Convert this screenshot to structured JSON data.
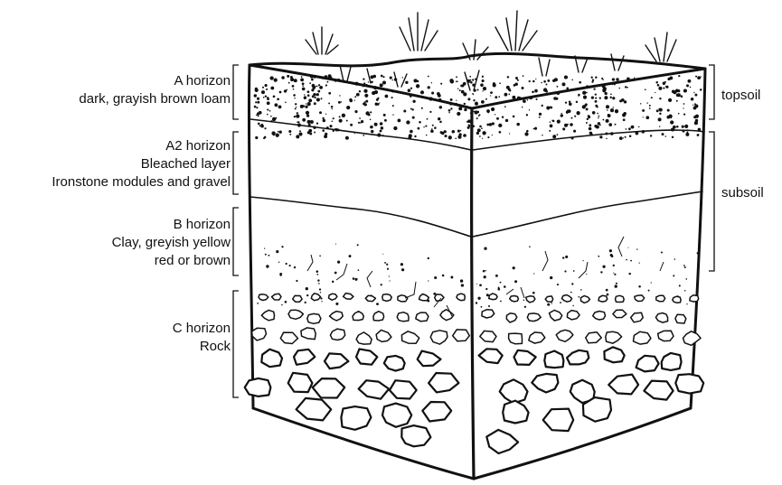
{
  "left_labels": [
    {
      "lines": [
        "A horizon",
        "dark, grayish brown loam"
      ]
    },
    {
      "lines": [
        "A2 horizon",
        "Bleached layer",
        "Ironstone modules and gravel"
      ]
    },
    {
      "lines": [
        "B horizon",
        "Clay, greyish yellow",
        "red or brown"
      ]
    },
    {
      "lines": [
        "C horizon",
        "Rock"
      ]
    }
  ],
  "right_labels": [
    {
      "text": "topsoil"
    },
    {
      "text": "subsoil"
    }
  ],
  "colors": {
    "ink": "#111111",
    "background": "#ffffff"
  }
}
